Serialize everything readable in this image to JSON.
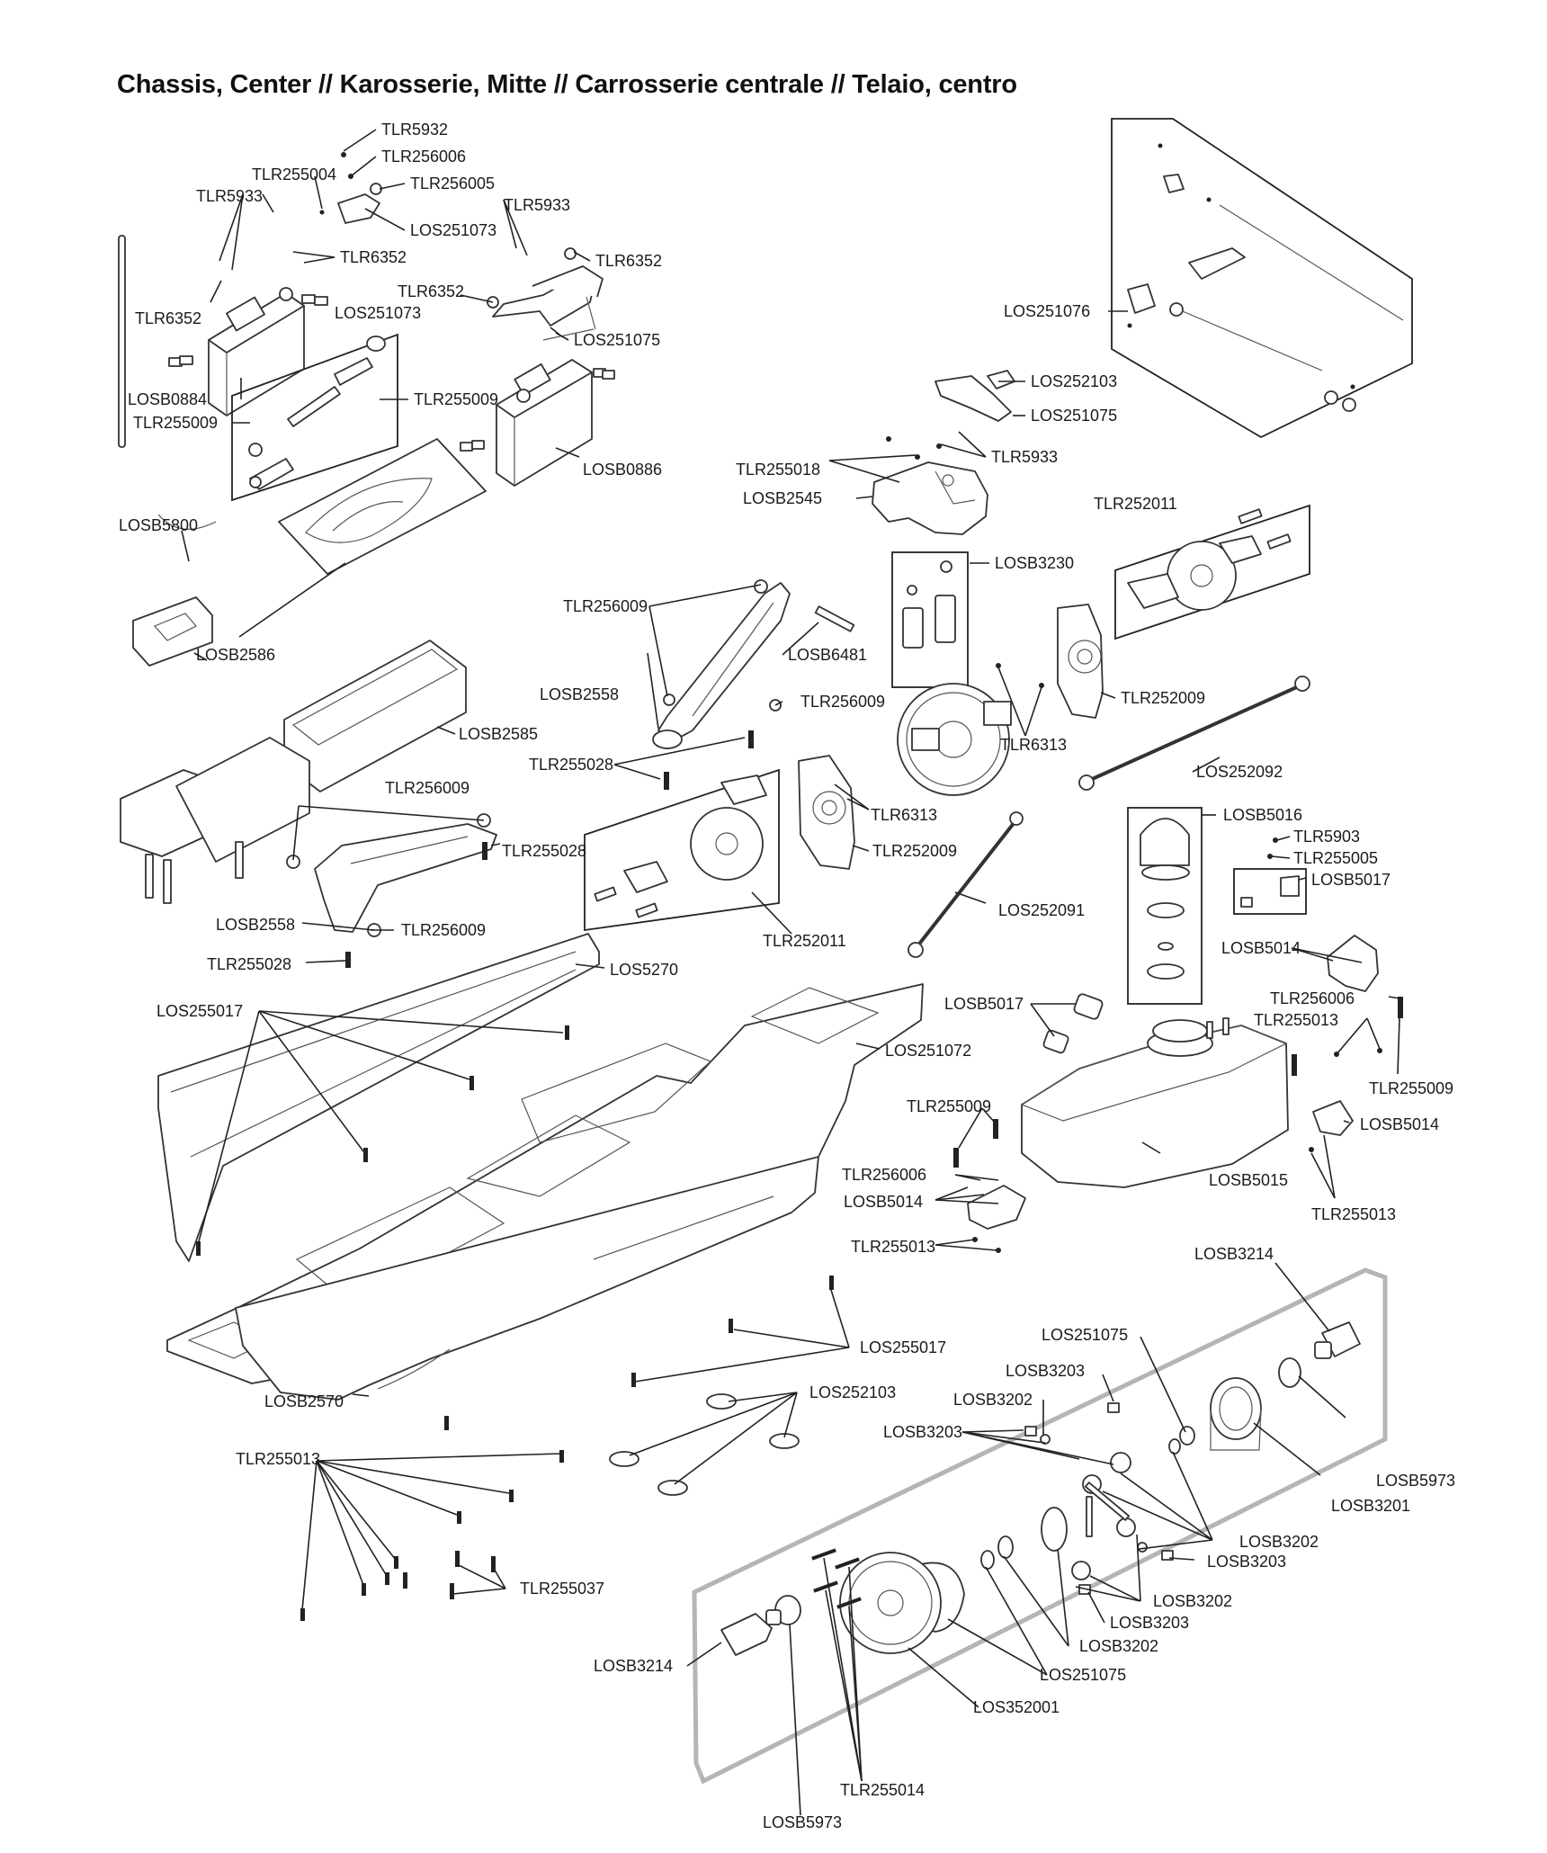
{
  "title": "Chassis, Center // Karosserie, Mitte // Carrosserie centrale // Telaio, centro",
  "labels": {
    "l1": "TLR5932",
    "l2": "TLR256006",
    "l3": "TLR255004",
    "l4": "TLR256005",
    "l5": "TLR5933",
    "l6": "LOS251073",
    "l7": "TLR5933",
    "l8": "TLR6352",
    "l9": "TLR6352",
    "l10": "TLR6352",
    "l11": "TLR6352",
    "l12": "LOS251073",
    "l13": "LOS251075",
    "l14": "LOSB0884",
    "l15": "TLR255009",
    "l16": "TLR255009",
    "l17": "LOSB0886",
    "l18": "LOS251076",
    "l19": "LOS252103",
    "l20": "LOS251075",
    "l21": "TLR255018",
    "l22": "TLR5933",
    "l23": "LOSB2545",
    "l24": "LOSB5800",
    "l25": "TLR252011",
    "l26": "LOSB3230",
    "l27": "LOSB2586",
    "l28": "TLR256009",
    "l29": "LOSB6481",
    "l30": "LOSB2558",
    "l31": "TLR256009",
    "l32": "TLR252009",
    "l33": "LOSB2585",
    "l34": "TLR6313",
    "l35": "TLR255028",
    "l36": "LOS252092",
    "l37": "TLR256009",
    "l38": "TLR6313",
    "l39": "LOSB5016",
    "l40": "TLR255028",
    "l41": "TLR252009",
    "l42": "TLR5903",
    "l43": "TLR255005",
    "l44": "LOSB5017",
    "l45": "LOSB2558",
    "l46": "TLR256009",
    "l47": "LOS252091",
    "l48": "TLR252011",
    "l49": "LOSB5014",
    "l50": "TLR255028",
    "l51": "LOS5270",
    "l52": "TLR256006",
    "l53": "LOS255017",
    "l54": "LOSB5017",
    "l55": "TLR255013",
    "l56": "LOS251072",
    "l57": "TLR255009",
    "l58": "TLR255009",
    "l59": "LOSB5014",
    "l60": "TLR256006",
    "l61": "LOSB5015",
    "l62": "LOSB5014",
    "l63": "TLR255013",
    "l64": "TLR255013",
    "l65": "LOSB3214",
    "l66": "LOS251075",
    "l67": "LOSB3203",
    "l68": "LOS255017",
    "l69": "LOSB3202",
    "l70": "LOSB2570",
    "l71": "LOS252103",
    "l72": "LOSB3203",
    "l73": "TLR255013",
    "l74": "LOSB5973",
    "l75": "LOSB3201",
    "l76": "LOSB3202",
    "l77": "LOSB3203",
    "l78": "TLR255037",
    "l79": "LOSB3202",
    "l80": "LOSB3203",
    "l81": "LOSB3202",
    "l82": "LOS251075",
    "l83": "LOSB3214",
    "l84": "LOS352001",
    "l85": "TLR255014",
    "l86": "LOSB5973"
  }
}
